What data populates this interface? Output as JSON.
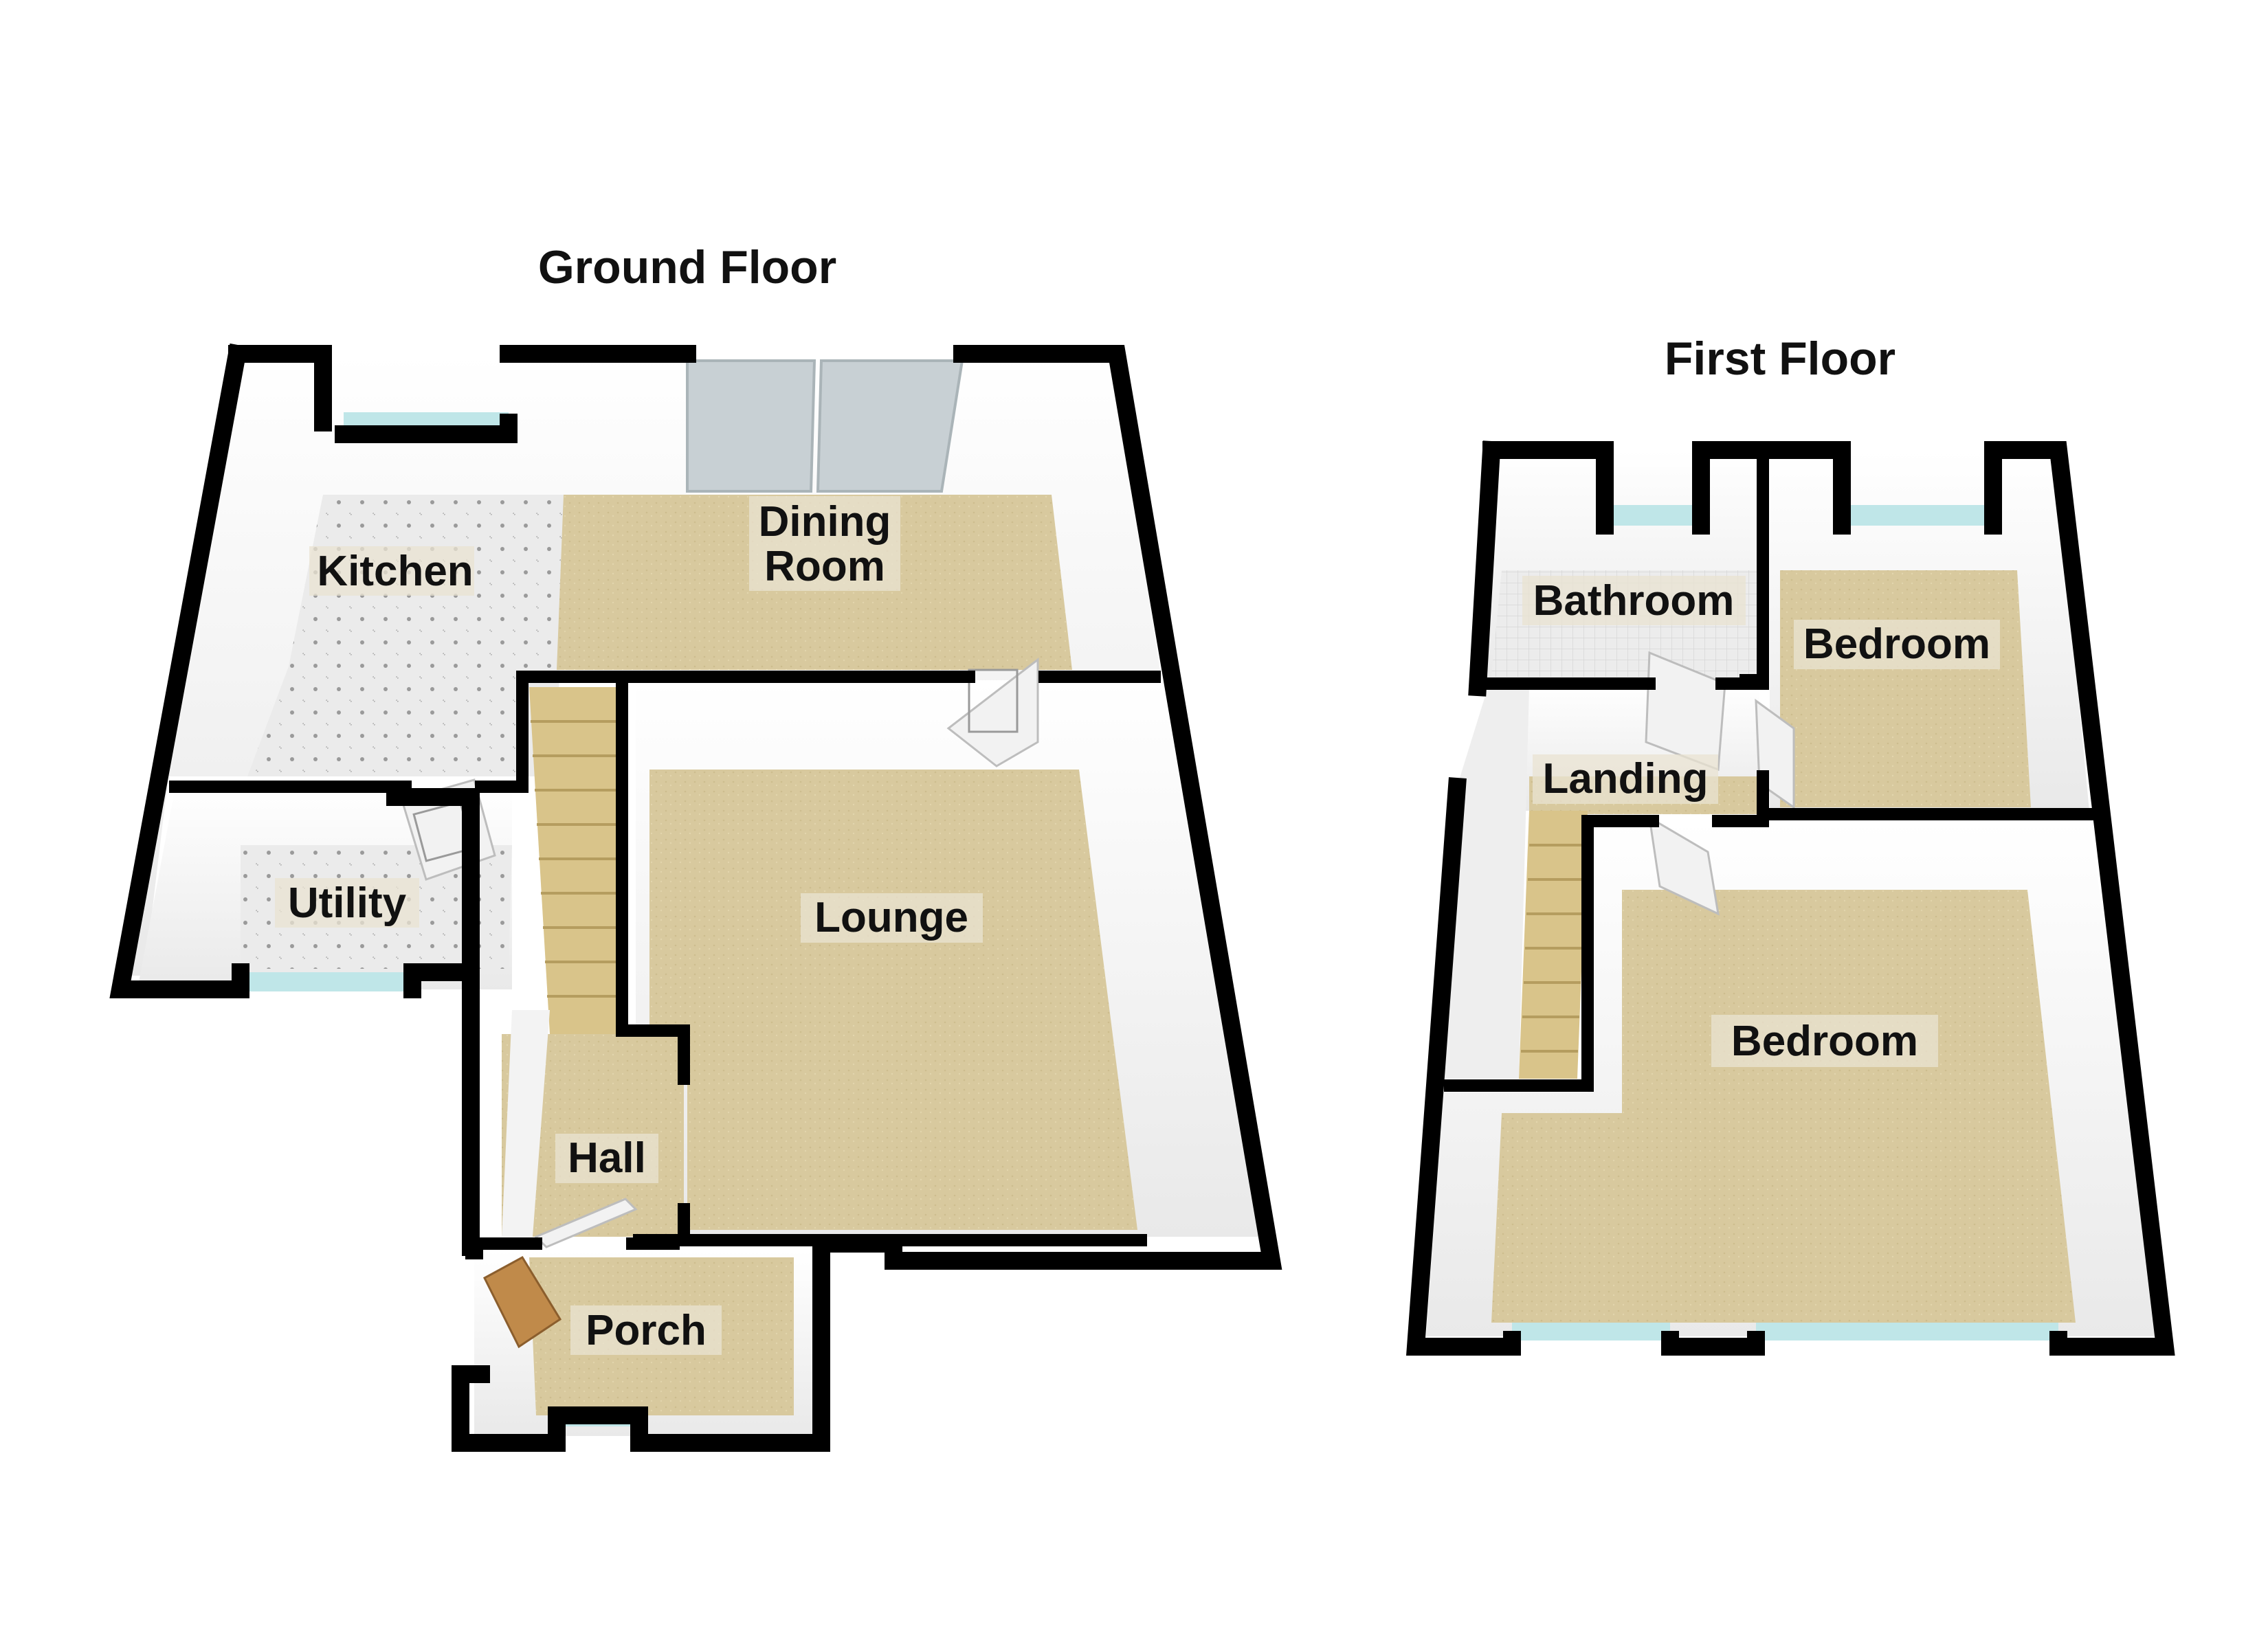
{
  "floors": {
    "ground": {
      "title": "Ground Floor",
      "rooms": {
        "kitchen": "Kitchen",
        "dining_line1": "Dining",
        "dining_line2": "Room",
        "utility": "Utility",
        "lounge": "Lounge",
        "hall": "Hall",
        "porch": "Porch"
      }
    },
    "first": {
      "title": "First Floor",
      "rooms": {
        "bathroom": "Bathroom",
        "bedroom_small": "Bedroom",
        "landing": "Landing",
        "bedroom_large": "Bedroom"
      }
    }
  },
  "colors": {
    "wall": "#000000",
    "carpet": "#d8c99e",
    "tile": "#e4e4e4",
    "window": "#bfe6e8",
    "stairs": "#d9c48a",
    "door": "#f2f2f2",
    "front_door": "#c08a4a"
  }
}
